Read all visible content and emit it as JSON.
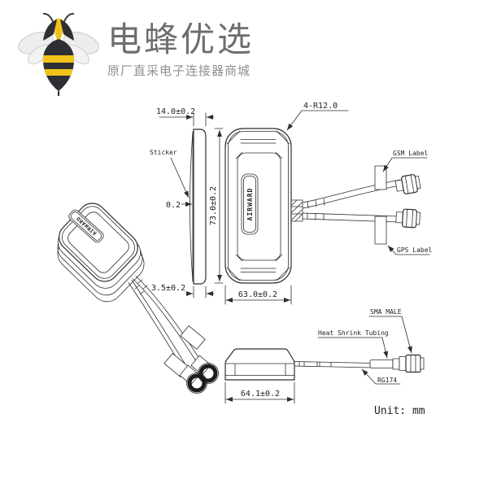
{
  "header": {
    "brand": "电蜂优选",
    "tagline": "原厂直采电子连接器商城",
    "logo_icon": "bee-icon",
    "colors": {
      "bee_yellow": "#f2c21a",
      "bee_dark": "#2e2e35",
      "wing_gray": "#ededed",
      "brand_text": "#6e6e6e",
      "tagline_text": "#8f8f8f"
    }
  },
  "drawing": {
    "line_color": "#2e2e2e",
    "unit_note": "Unit: mm",
    "side_profile": {
      "dim_width": "14.0±0.2",
      "sticker_label": "Sticker",
      "dim_sticker_thickness": "0.2",
      "dim_base_thickness": "3.5±0.2"
    },
    "front_view": {
      "dim_corner_radius": "4-R12.0",
      "dim_height": "73.0±0.2",
      "dim_width": "63.0±0.2",
      "brand_label": "AIRWARD"
    },
    "cable_assembly": {
      "gsm_label": "GSM Label",
      "gps_label": "GPS Label"
    },
    "perspective_view": {
      "brand_label": "AIRWARD"
    },
    "bottom_view": {
      "dim_length": "64.1±0.2",
      "heat_shrink_label": "Heat Shrink Tubing",
      "connector_label": "SMA MALE",
      "cable_label": "RG174"
    }
  }
}
